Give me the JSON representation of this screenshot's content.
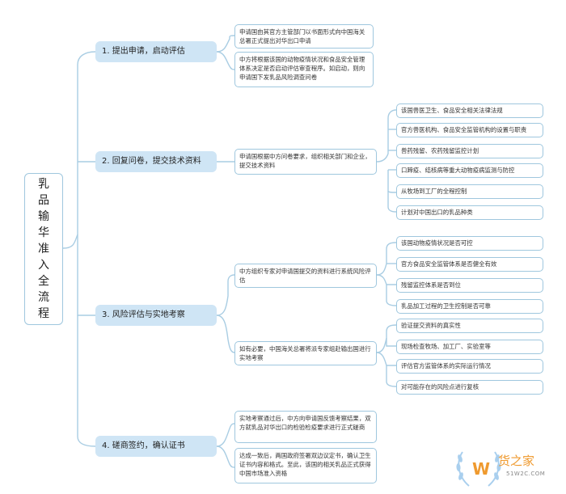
{
  "root": {
    "title": "乳品输华准入全流程"
  },
  "stages": [
    {
      "label": "1. 提出申请，启动评估",
      "details": [
        "申请国由其官方主管部门以书面形式向中国海关总署正式提出对华出口申请",
        "中方将根据该国的动物疫情状况和食品安全管理体系决定是否启动评估审查程序。如启动，则向申请国下发乳品风险调查问卷"
      ]
    },
    {
      "label": "2. 回复问卷，提交技术资料",
      "details": [
        "申请国根据中方问卷要求，组织相关部门和企业，提交技术资料"
      ],
      "items": [
        "该国兽医卫生、食品安全相关法律法规",
        "官方兽医机构、食品安全监管机构的设置与职责",
        "兽药残留、农药残留监控计划",
        "口蹄疫、结核病等重大动物疫病监测与防控",
        "从牧场到工厂的全程控制",
        "计划对中国出口的乳品种类"
      ]
    },
    {
      "label": "3. 风险评估与实地考察",
      "details": [
        "中方组织专家对申请国提交的资料进行系统风险评估",
        "如有必要，中国海关总署将派专家组赴输出国进行实地考察"
      ],
      "items_a": [
        "该国动物疫情状况是否可控",
        "官方食品安全监管体系是否健全有效",
        "残留监控体系是否到位",
        "乳品加工过程的卫生控制是否可靠"
      ],
      "items_b": [
        "验证提交资料的真实性",
        "现场检查牧场、加工厂、实验室等",
        "评估官方监管体系的实际运行情况",
        "对可能存在的风险点进行复核"
      ]
    },
    {
      "label": "4. 磋商签约，确认证书",
      "details": [
        "实地考察通过后，中方向申请国反馈考察结果，双方就乳品对华出口的检验检疫要求进行正式磋商",
        "达成一致后，两国政府签署双边议定书，确认卫生证书内容和格式。至此，该国的相关乳品正式获得中国市场准入资格"
      ]
    }
  ],
  "watermark": {
    "text": "货之家",
    "sub": "51W2C.COM",
    "color": "#ef9a2f"
  }
}
